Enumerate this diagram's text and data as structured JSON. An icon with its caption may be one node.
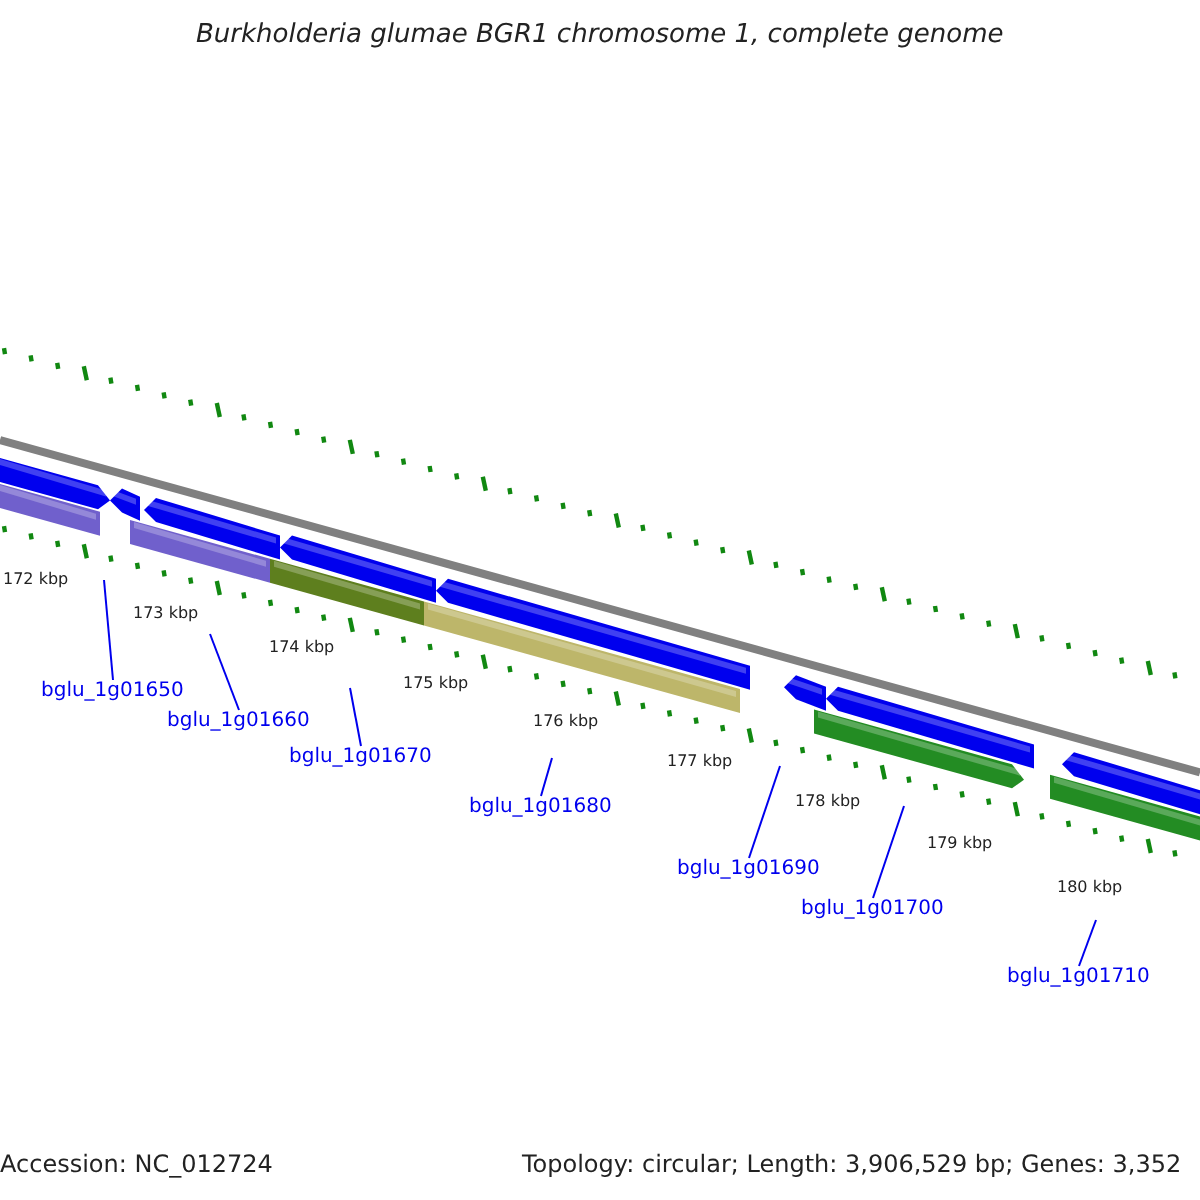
{
  "diagram": {
    "title": "Burkholderia glumae BGR1 chromosome 1, complete genome",
    "nodes": [
      {
        "text": [
          "bglu_1g01650"
        ]
      },
      {
        "text": [
          "bglu_1g01660"
        ]
      },
      {
        "text": [
          "bglu_1g01670"
        ]
      },
      {
        "text": [
          "bglu_1g01680"
        ]
      },
      {
        "text": [
          "bglu_1g01690"
        ]
      },
      {
        "text": [
          "bglu_1g01700"
        ]
      },
      {
        "text": [
          "bglu_1g01710"
        ]
      }
    ],
    "edges": [
      {
        "from": 0,
        "to": null,
        "arrow": "none"
      },
      {
        "from": 1,
        "to": null,
        "arrow": "none"
      },
      {
        "from": 2,
        "to": null,
        "arrow": "none"
      },
      {
        "from": 3,
        "to": null,
        "arrow": "none"
      },
      {
        "from": 4,
        "to": null,
        "arrow": "none"
      },
      {
        "from": 5,
        "to": null,
        "arrow": "none"
      },
      {
        "from": 6,
        "to": null,
        "arrow": "none"
      }
    ],
    "labels": [
      "172 kbp",
      "173 kbp",
      "174 kbp",
      "175 kbp",
      "176 kbp",
      "177 kbp",
      "178 kbp",
      "179 kbp",
      "180 kbp",
      "Accession: NC_012724",
      "Topology: circular; Length: 3,906,529 bp; Genes: 3,352"
    ]
  }
}
